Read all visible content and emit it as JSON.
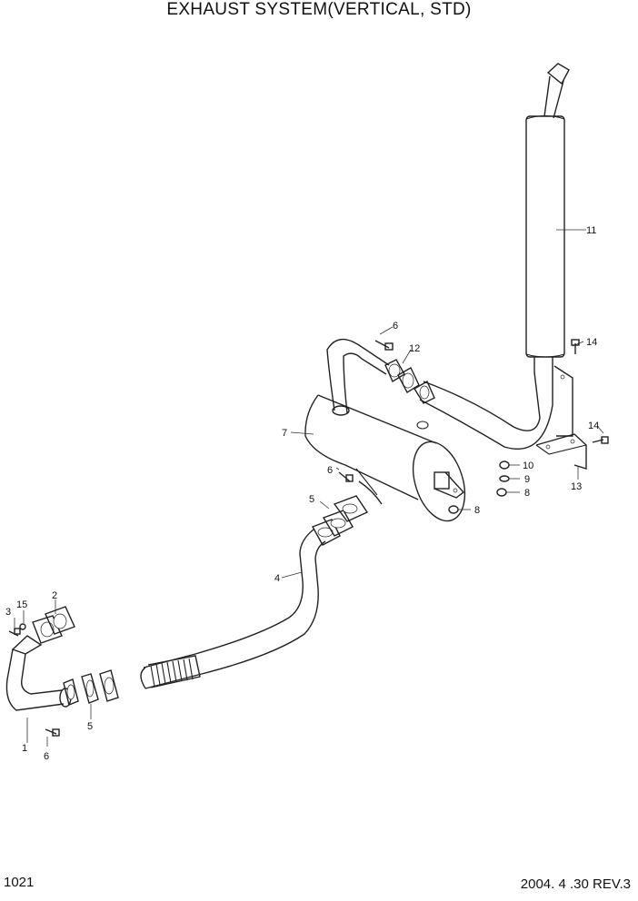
{
  "title": "EXHAUST SYSTEM(VERTICAL, STD)",
  "page_number": "1021",
  "revision": "2004. 4 .30 REV.3",
  "callouts": {
    "c1": "1",
    "c2": "2",
    "c3": "3",
    "c4": "4",
    "c5a": "5",
    "c5b": "5",
    "c6a": "6",
    "c6b": "6",
    "c6c": "6",
    "c7": "7",
    "c8a": "8",
    "c8b": "8",
    "c9": "9",
    "c10": "10",
    "c11": "11",
    "c12": "12",
    "c13": "13",
    "c14a": "14",
    "c14b": "14",
    "c15": "15"
  },
  "colors": {
    "line": "#222222",
    "background": "#ffffff"
  }
}
